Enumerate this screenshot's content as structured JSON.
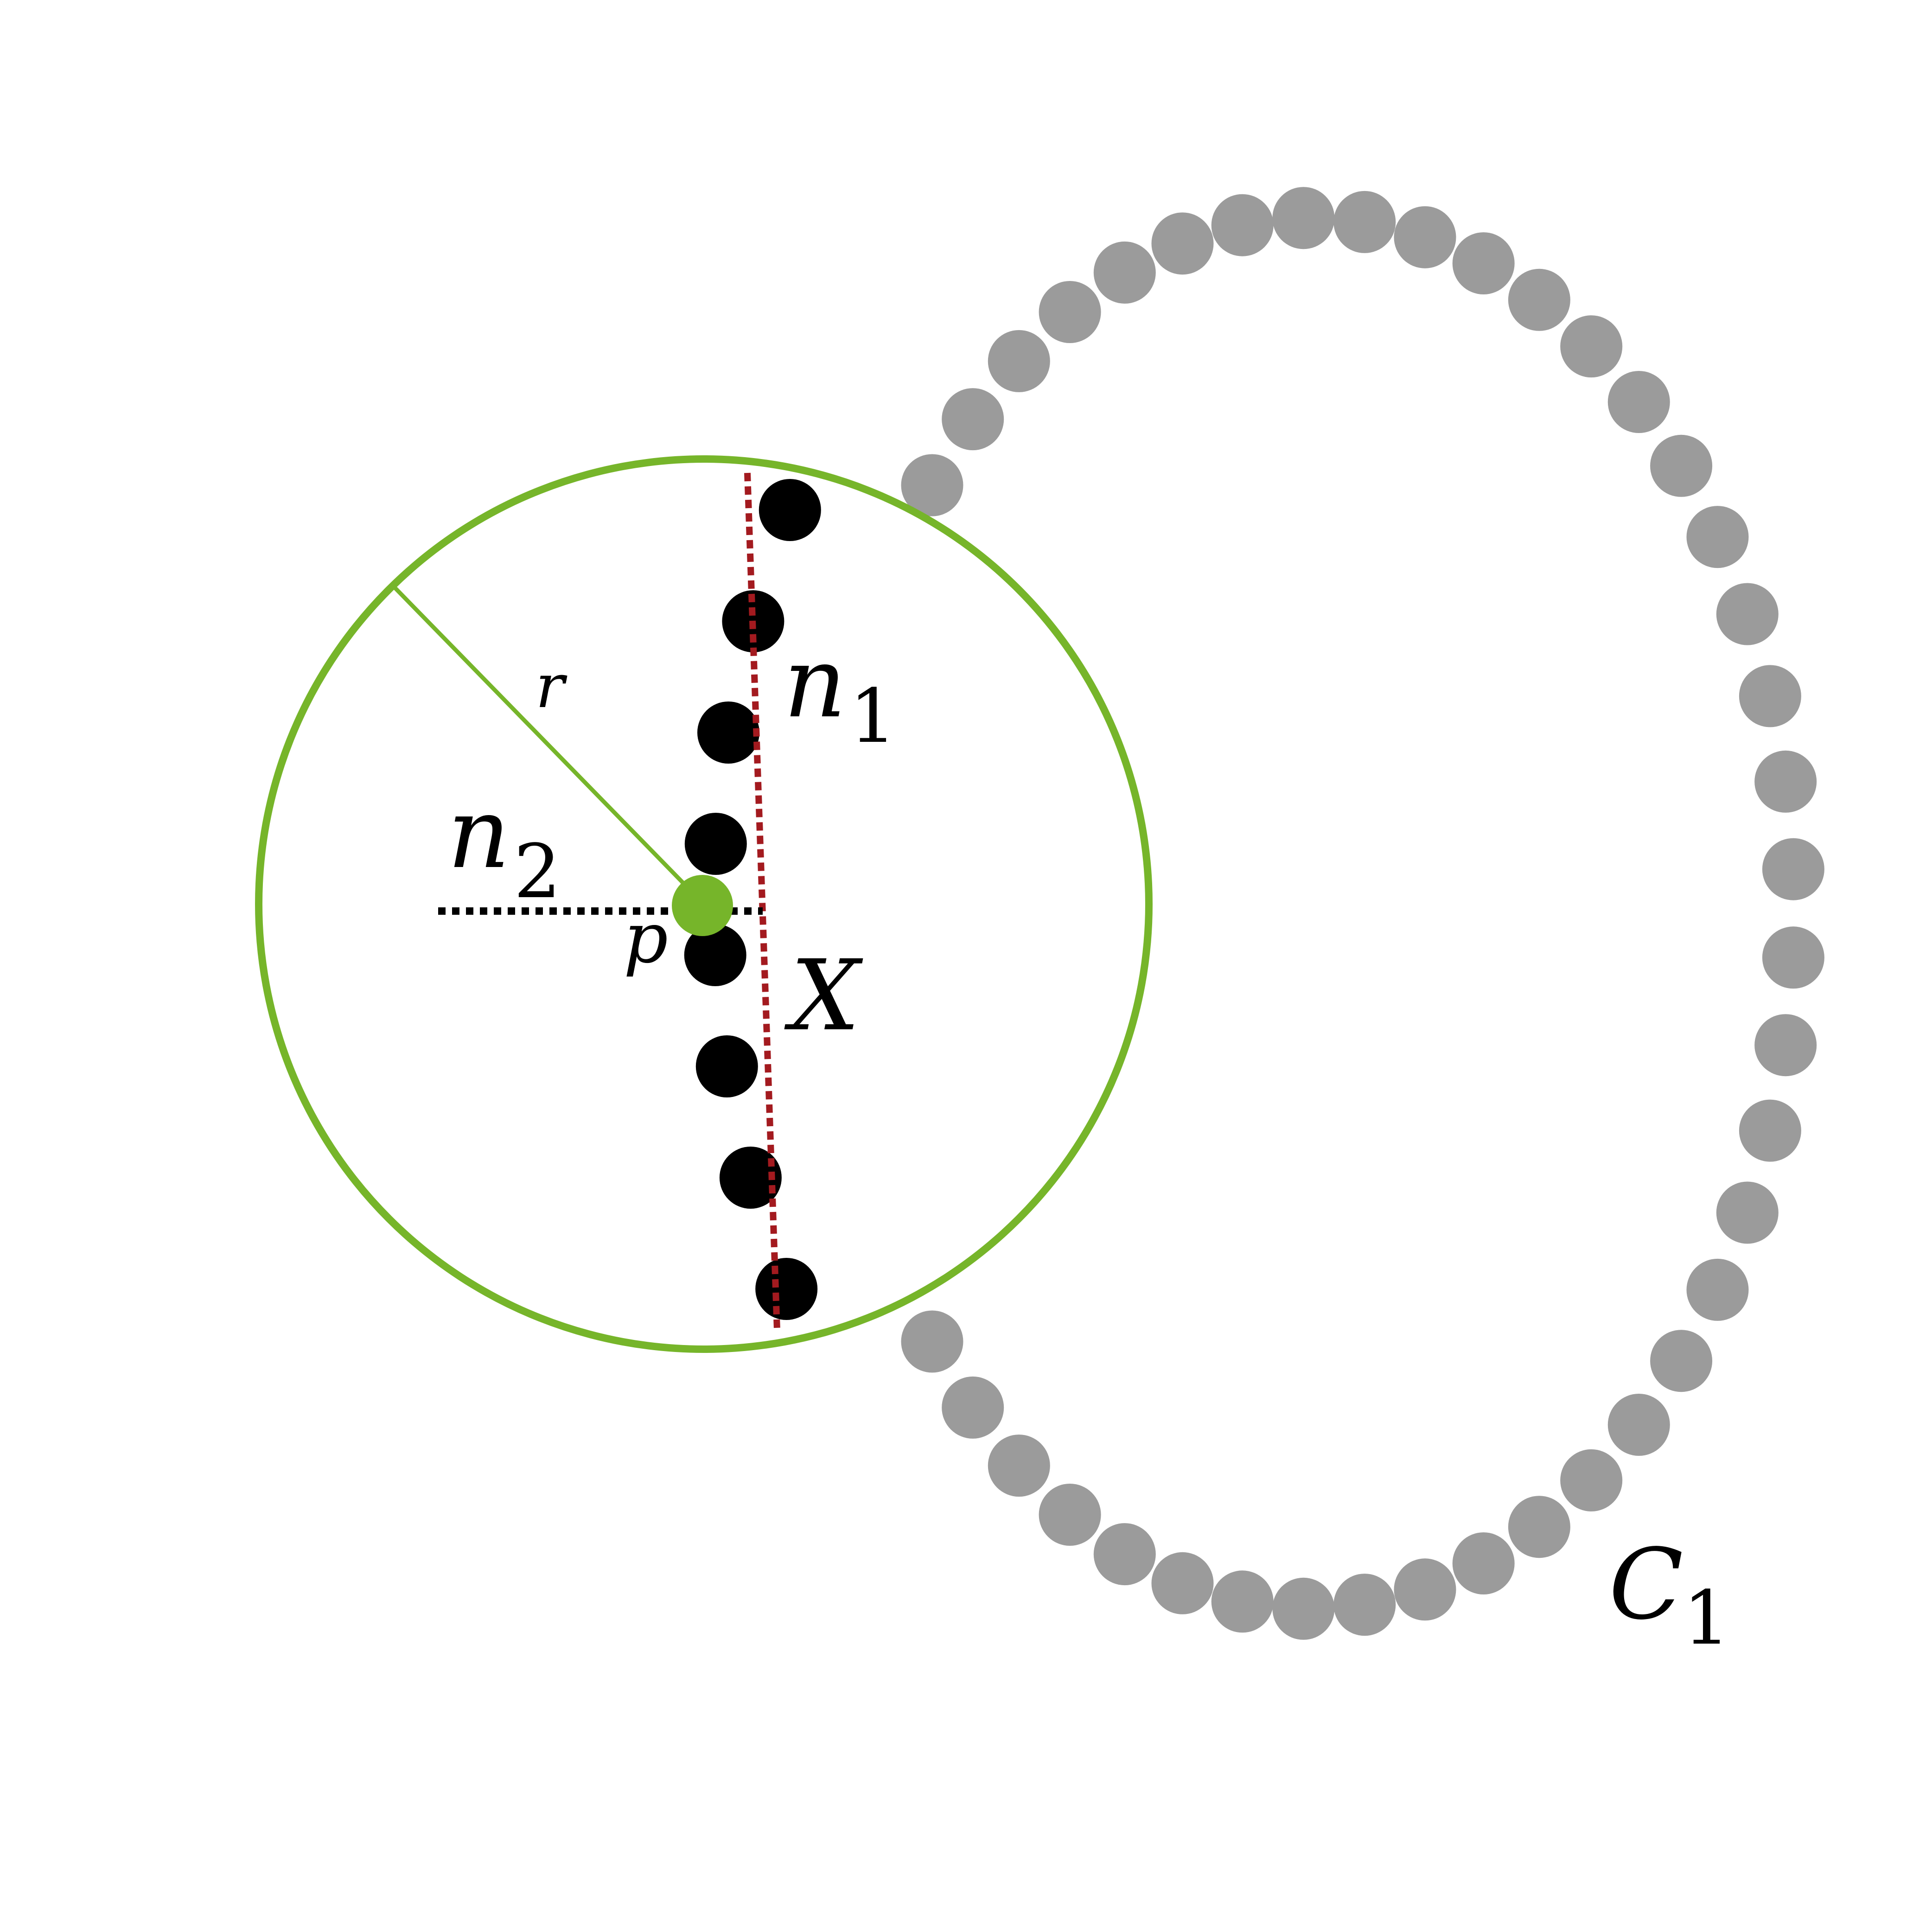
{
  "labels": {
    "r": "r",
    "n1_main": "n",
    "n1_sub": "1",
    "n2_main": "n",
    "n2_sub": "2",
    "p": "p",
    "X": "X",
    "C1_main": "C",
    "C1_sub": "1"
  },
  "colors": {
    "background": "#ffffff",
    "neighborhood_circle": "#76b52a",
    "query_point": "#76b52a",
    "radius_line": "#76b52a",
    "gray_points": "#9b9b9b",
    "black_points": "#000000",
    "red_dotted_line": "#a31a1f",
    "black_dotted_line": "#000000"
  },
  "gray_point_count": 40,
  "black_point_count": 8
}
